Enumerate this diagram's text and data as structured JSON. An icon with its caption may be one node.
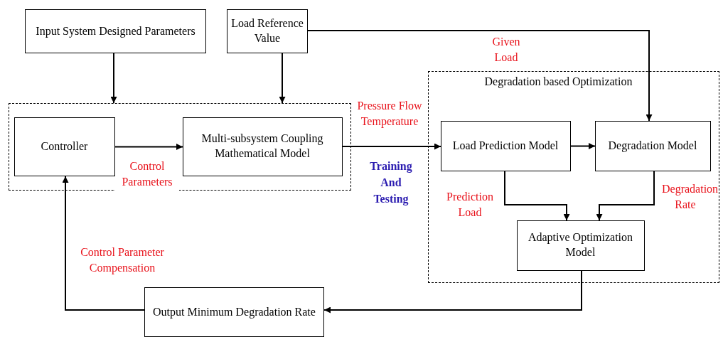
{
  "diagram": {
    "nodes": [
      {
        "text": [
          "Input System Designed Parameters"
        ]
      },
      {
        "text": [
          "Load  Reference Value"
        ]
      },
      {
        "text": [],
        "shape": "box"
      },
      {
        "text": [
          "Controller"
        ],
        "in": 2
      },
      {
        "text": [
          "Multi-subsystem Coupling Mathematical Model"
        ],
        "in": 2
      },
      {
        "text": [
          "Degradation based Optimization"
        ]
      },
      {
        "text": [
          "Load Prediction Model"
        ],
        "in": 5
      },
      {
        "text": [
          "Degradation Model"
        ],
        "in": 5
      },
      {
        "text": [
          "Adaptive Optimization Model"
        ],
        "in": 5
      },
      {
        "text": [
          "Output Minimum Degradation Rate"
        ]
      }
    ],
    "edges": [
      {
        "from": 0,
        "to": 2,
        "arrow": "to"
      },
      {
        "from": 1,
        "to": 2,
        "arrow": "to"
      },
      {
        "from": 1,
        "to": 7,
        "arrow": "to",
        "label": "Given Load"
      },
      {
        "from": 3,
        "to": 4,
        "arrow": "to",
        "label": "Control Parameters"
      },
      {
        "from": 4,
        "to": 6,
        "arrow": "to",
        "label": "Pressure Flow Temperature"
      },
      {
        "from": 6,
        "to": 7,
        "arrow": "to"
      },
      {
        "from": 6,
        "to": 8,
        "arrow": "to",
        "label": "Prediction Load"
      },
      {
        "from": 7,
        "to": 8,
        "arrow": "to",
        "label": "Degradation Rate"
      },
      {
        "from": 8,
        "to": 9,
        "arrow": "to"
      },
      {
        "from": 9,
        "to": 3,
        "arrow": "to",
        "label": "Control Parameter Compensation"
      }
    ],
    "labels": [
      "Training And Testing"
    ]
  }
}
